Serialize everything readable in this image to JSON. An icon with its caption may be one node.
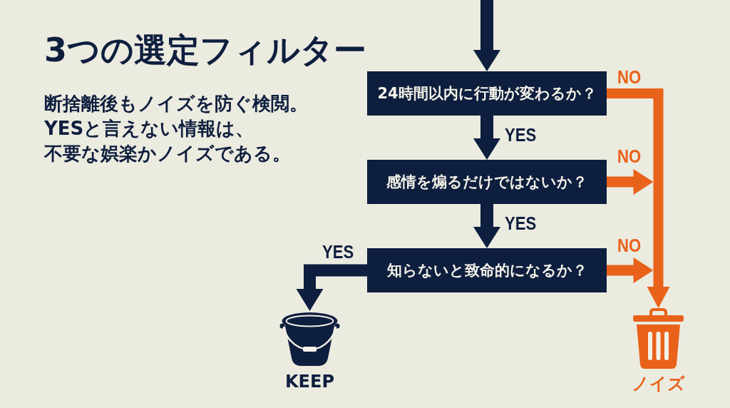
{
  "diagram": {
    "title": "3つの選定フィルター",
    "nodes": [
      {
        "text": [
          "24時間以内に行動が変わるか？"
        ]
      },
      {
        "text": [
          "感情を煽るだけではないか？"
        ]
      },
      {
        "text": [
          "知らないと致命的になるか？"
        ]
      },
      {
        "text": [],
        "shape": "picture",
        "beside": [
          "KEEP"
        ]
      },
      {
        "text": [],
        "shape": "picture",
        "beside": [
          "ノイズ"
        ]
      }
    ],
    "edges": [
      {
        "from": null,
        "to": 0,
        "arrow": "to"
      },
      {
        "from": 0,
        "to": 1,
        "arrow": "to",
        "label": "YES"
      },
      {
        "from": 1,
        "to": 2,
        "arrow": "to",
        "label": "YES"
      },
      {
        "from": 2,
        "to": 3,
        "arrow": "to",
        "label": "YES"
      },
      {
        "from": 0,
        "to": 4,
        "arrow": "to",
        "label": "NO",
        "color": "#e8621a"
      },
      {
        "from": 1,
        "to": 4,
        "arrow": "to",
        "label": "NO",
        "color": "#e8621a"
      },
      {
        "from": 2,
        "to": 4,
        "arrow": "to",
        "label": "NO",
        "color": "#e8621a"
      }
    ],
    "labels": [
      "断捨離後もノイズを防ぐ検閲。YESと言えない情報は、不要な娯楽かノイズである。"
    ]
  }
}
